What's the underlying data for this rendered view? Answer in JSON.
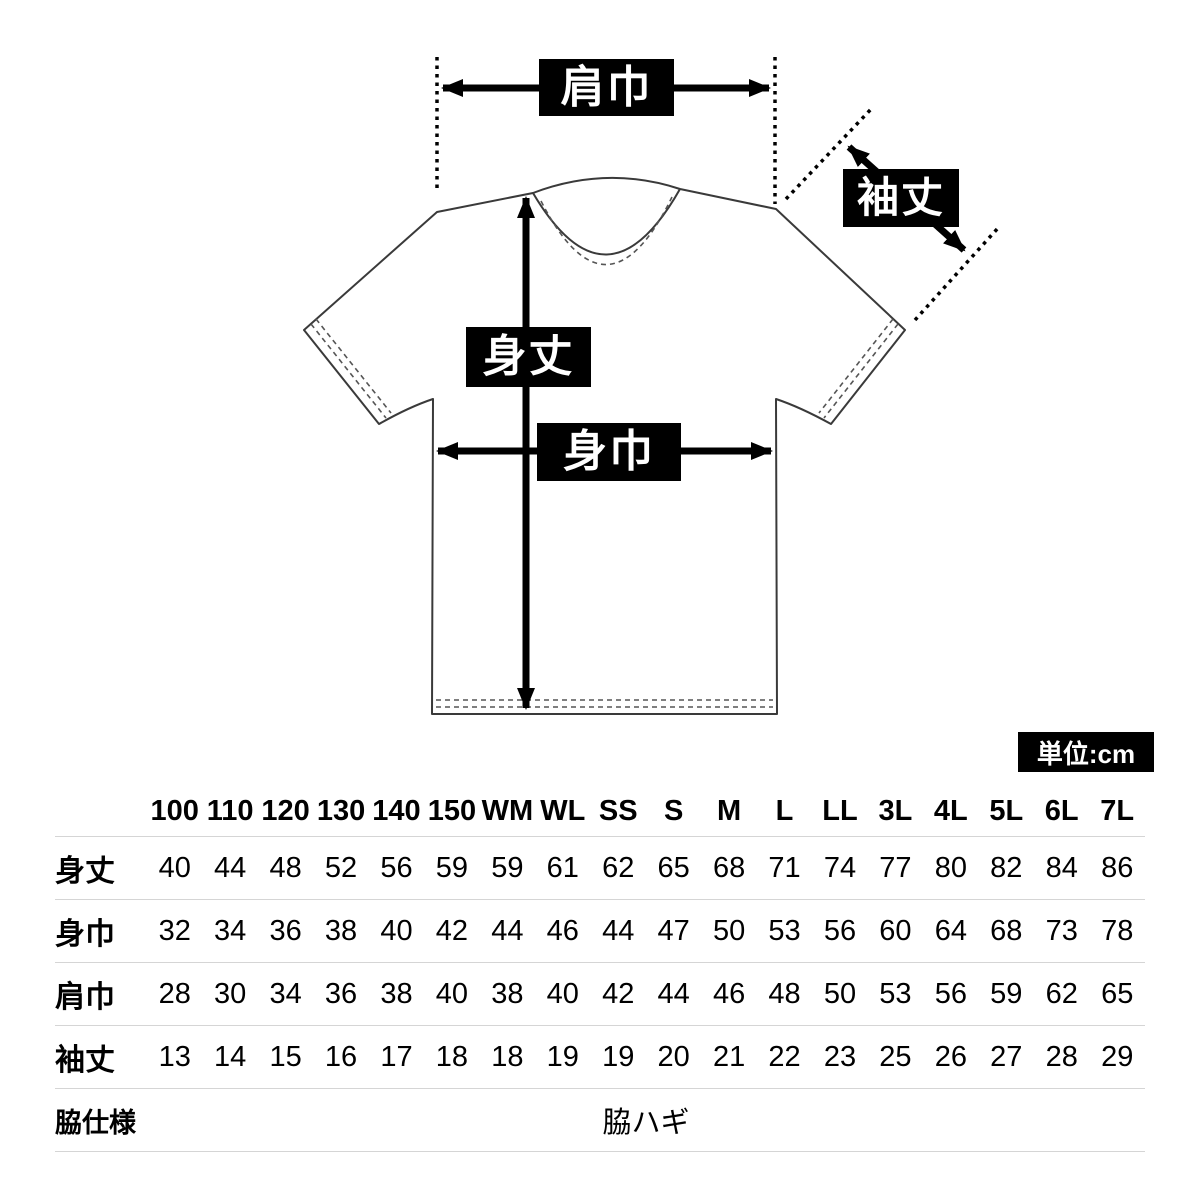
{
  "diagram": {
    "labels": {
      "shoulder_width": "肩巾",
      "sleeve_length": "袖丈",
      "body_length": "身丈",
      "body_width": "身巾"
    },
    "unit_badge": "単位:cm"
  },
  "table": {
    "size_columns": [
      "100",
      "110",
      "120",
      "130",
      "140",
      "150",
      "WM",
      "WL",
      "SS",
      "S",
      "M",
      "L",
      "LL",
      "3L",
      "4L",
      "5L",
      "6L",
      "7L"
    ],
    "rows": [
      {
        "label": "身丈",
        "values": [
          40,
          44,
          48,
          52,
          56,
          59,
          59,
          61,
          62,
          65,
          68,
          71,
          74,
          77,
          80,
          82,
          84,
          86
        ]
      },
      {
        "label": "身巾",
        "values": [
          32,
          34,
          36,
          38,
          40,
          42,
          44,
          46,
          44,
          47,
          50,
          53,
          56,
          60,
          64,
          68,
          73,
          78
        ]
      },
      {
        "label": "肩巾",
        "values": [
          28,
          30,
          34,
          36,
          38,
          40,
          38,
          40,
          42,
          44,
          46,
          48,
          50,
          53,
          56,
          59,
          62,
          65
        ]
      },
      {
        "label": "袖丈",
        "values": [
          13,
          14,
          15,
          16,
          17,
          18,
          18,
          19,
          19,
          20,
          21,
          22,
          23,
          25,
          26,
          27,
          28,
          29
        ]
      }
    ],
    "footer_row": {
      "label": "脇仕様",
      "value": "脇ハギ"
    }
  }
}
